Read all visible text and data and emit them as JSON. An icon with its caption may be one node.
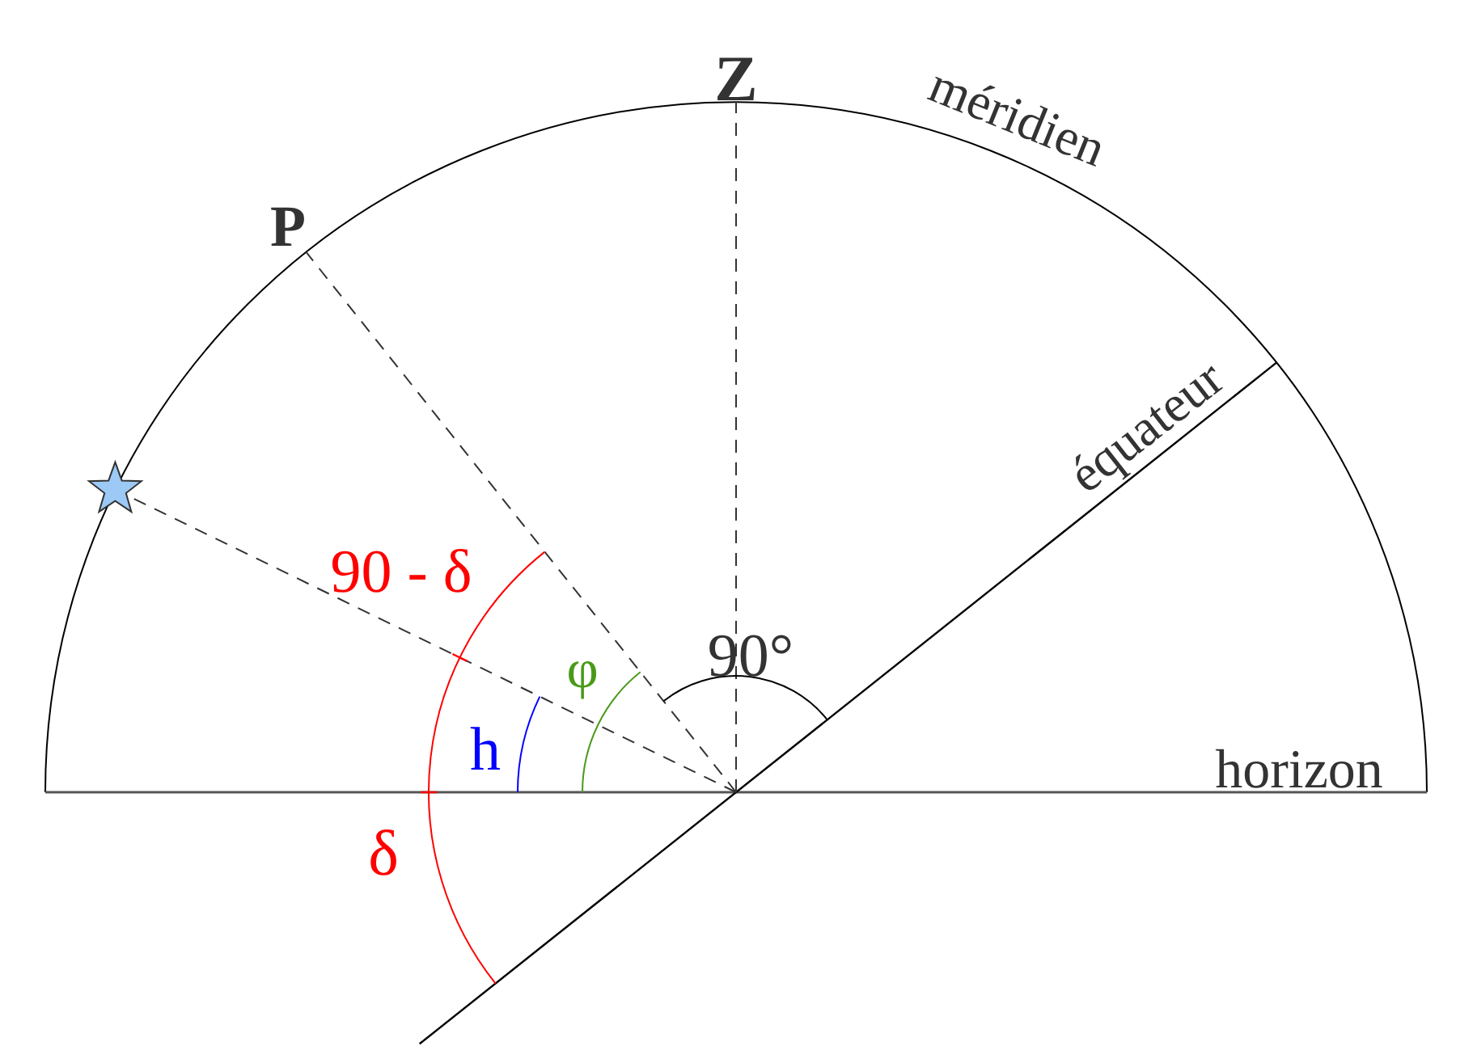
{
  "diagram": {
    "labels": [
      "Z",
      "méridien",
      "P",
      "équateur",
      "90 - δ",
      "φ",
      "90°",
      "h",
      "horizon",
      "δ"
    ]
  }
}
